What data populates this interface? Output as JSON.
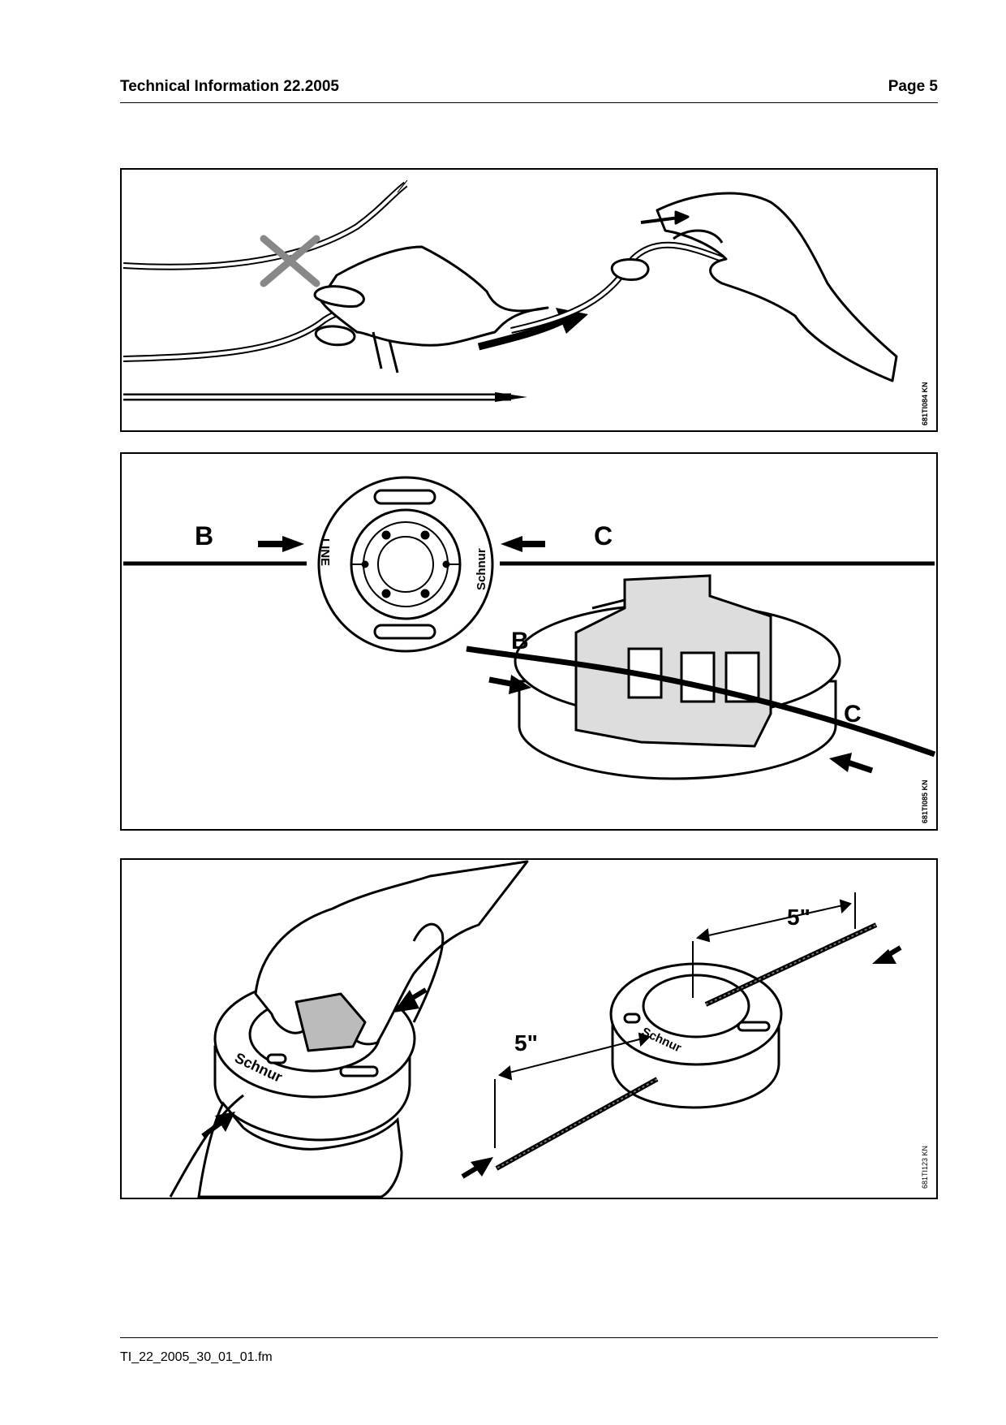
{
  "header": {
    "title": "Technical Information  22.2005",
    "page": "Page 5"
  },
  "figures": [
    {
      "code": "681TI084 KN"
    },
    {
      "code": "681TI085 KN",
      "labels": {
        "b": "B",
        "c": "C",
        "line": "LINE",
        "schnur": "Schnur"
      }
    },
    {
      "code": "681TI123 KN",
      "labels": {
        "schnur": "Schnur",
        "dim_left": "5\"",
        "dim_right": "5\""
      }
    }
  ],
  "footer": {
    "file": "TI_22_2005_30_01_01.fm"
  }
}
